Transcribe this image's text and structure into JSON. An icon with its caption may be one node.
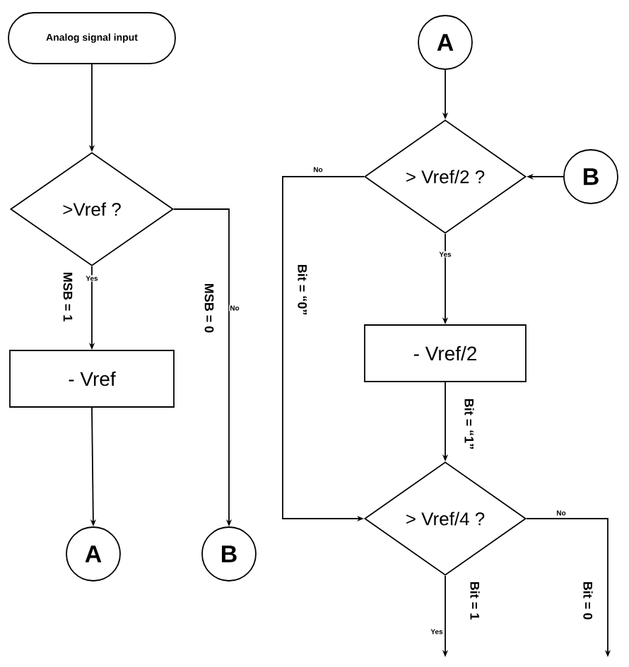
{
  "diagram": {
    "nodes": [
      {
        "text": [
          "Analog signal input"
        ]
      },
      {
        "text": [
          ">Vref ?"
        ]
      },
      {
        "text": [
          "- Vref"
        ]
      },
      {
        "text": [
          "A"
        ]
      },
      {
        "text": [
          "B"
        ]
      },
      {
        "text": [
          "A"
        ]
      },
      {
        "text": [
          "> Vref/2 ?"
        ]
      },
      {
        "text": [
          "B"
        ]
      },
      {
        "text": [
          "- Vref/2"
        ]
      },
      {
        "text": [
          "> Vref/4 ?"
        ]
      }
    ],
    "edges": [
      {
        "from": 0,
        "to": 1,
        "arrow": "to"
      },
      {
        "from": 1,
        "to": 2,
        "arrow": "to",
        "label": "Yes"
      },
      {
        "from": 1,
        "to": 4,
        "arrow": "to",
        "label": "No"
      },
      {
        "from": 2,
        "to": 3,
        "arrow": "to"
      },
      {
        "from": 5,
        "to": 6,
        "arrow": "to"
      },
      {
        "from": 7,
        "to": 6,
        "arrow": "to"
      },
      {
        "from": 6,
        "to": 8,
        "arrow": "to",
        "label": "Yes"
      },
      {
        "from": 6,
        "to": 9,
        "arrow": "to",
        "label": "No"
      },
      {
        "from": 8,
        "to": 9,
        "arrow": "to"
      },
      {
        "from": 9,
        "to": null,
        "arrow": "to",
        "label": "Yes"
      },
      {
        "from": 9,
        "to": null,
        "arrow": "to",
        "label": "No"
      }
    ],
    "labels": [
      "MSB = 1",
      "MSB = 0",
      "Bit = “0”",
      "Bit = “1”",
      "Bit = 1",
      "Bit = 0"
    ]
  }
}
